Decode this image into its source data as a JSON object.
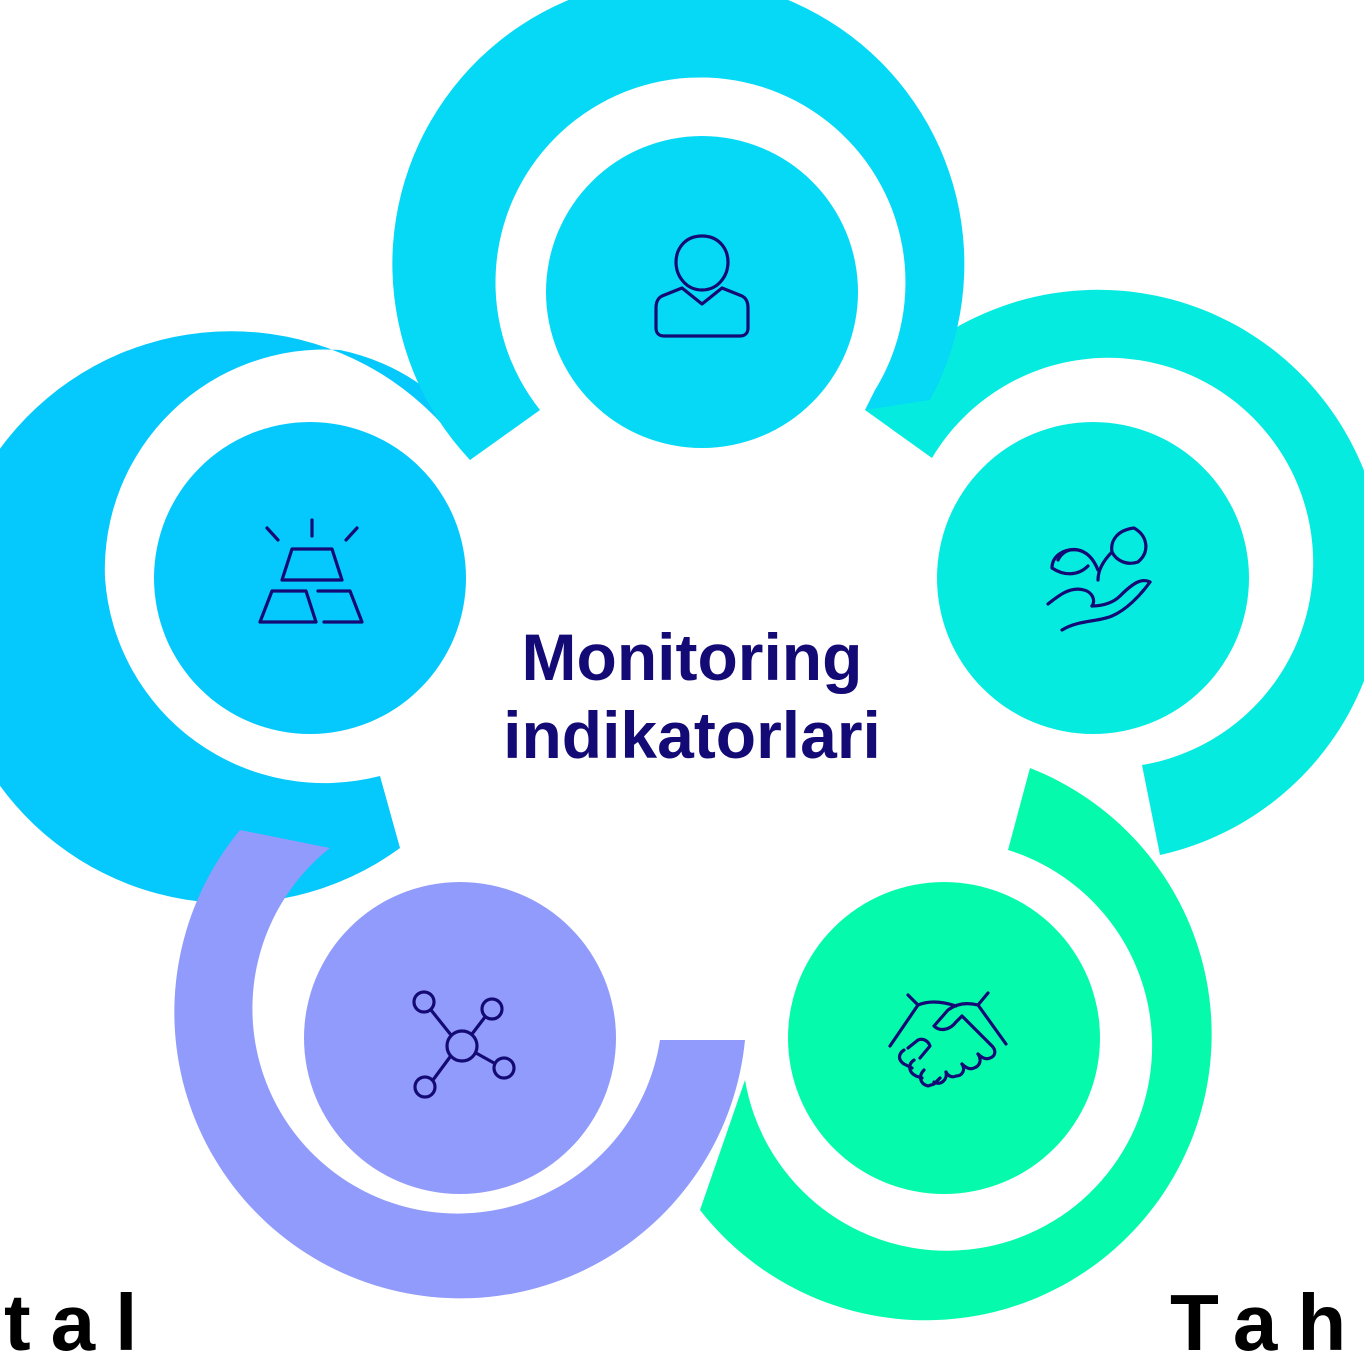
{
  "center": {
    "line1": "Monitoring",
    "line2": "indikatorlari"
  },
  "bottom_labels": {
    "left": "tal",
    "right": "Tahi"
  },
  "nodes": [
    {
      "id": "top",
      "icon": "person-icon",
      "color": "#05D9F5"
    },
    {
      "id": "right",
      "icon": "plant-in-hand-icon",
      "color": "#05EBDF"
    },
    {
      "id": "bottom-right",
      "icon": "handshake-icon",
      "color": "#05FBAB"
    },
    {
      "id": "bottom-left",
      "icon": "network-icon",
      "color": "#919BFB"
    },
    {
      "id": "left",
      "icon": "gold-bars-icon",
      "color": "#05C8FC"
    }
  ],
  "colors": {
    "icon_stroke": "#140A75",
    "title_text": "#140A75",
    "background": "#ffffff"
  }
}
